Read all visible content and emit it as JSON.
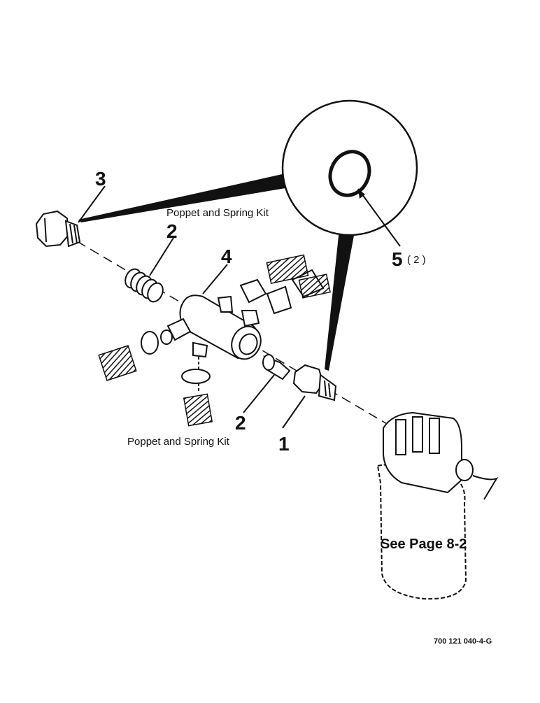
{
  "labels": {
    "callout_1": "1",
    "callout_2_top": "2",
    "callout_2_bottom": "2",
    "callout_3": "3",
    "callout_4": "4",
    "callout_5": "5",
    "callout_5_qty": "( 2 )",
    "kit_top": "Poppet and Spring Kit",
    "kit_bottom": "Poppet and Spring Kit",
    "see_page": "See Page 8-2",
    "drawing_number": "700 121 040-4-G"
  }
}
